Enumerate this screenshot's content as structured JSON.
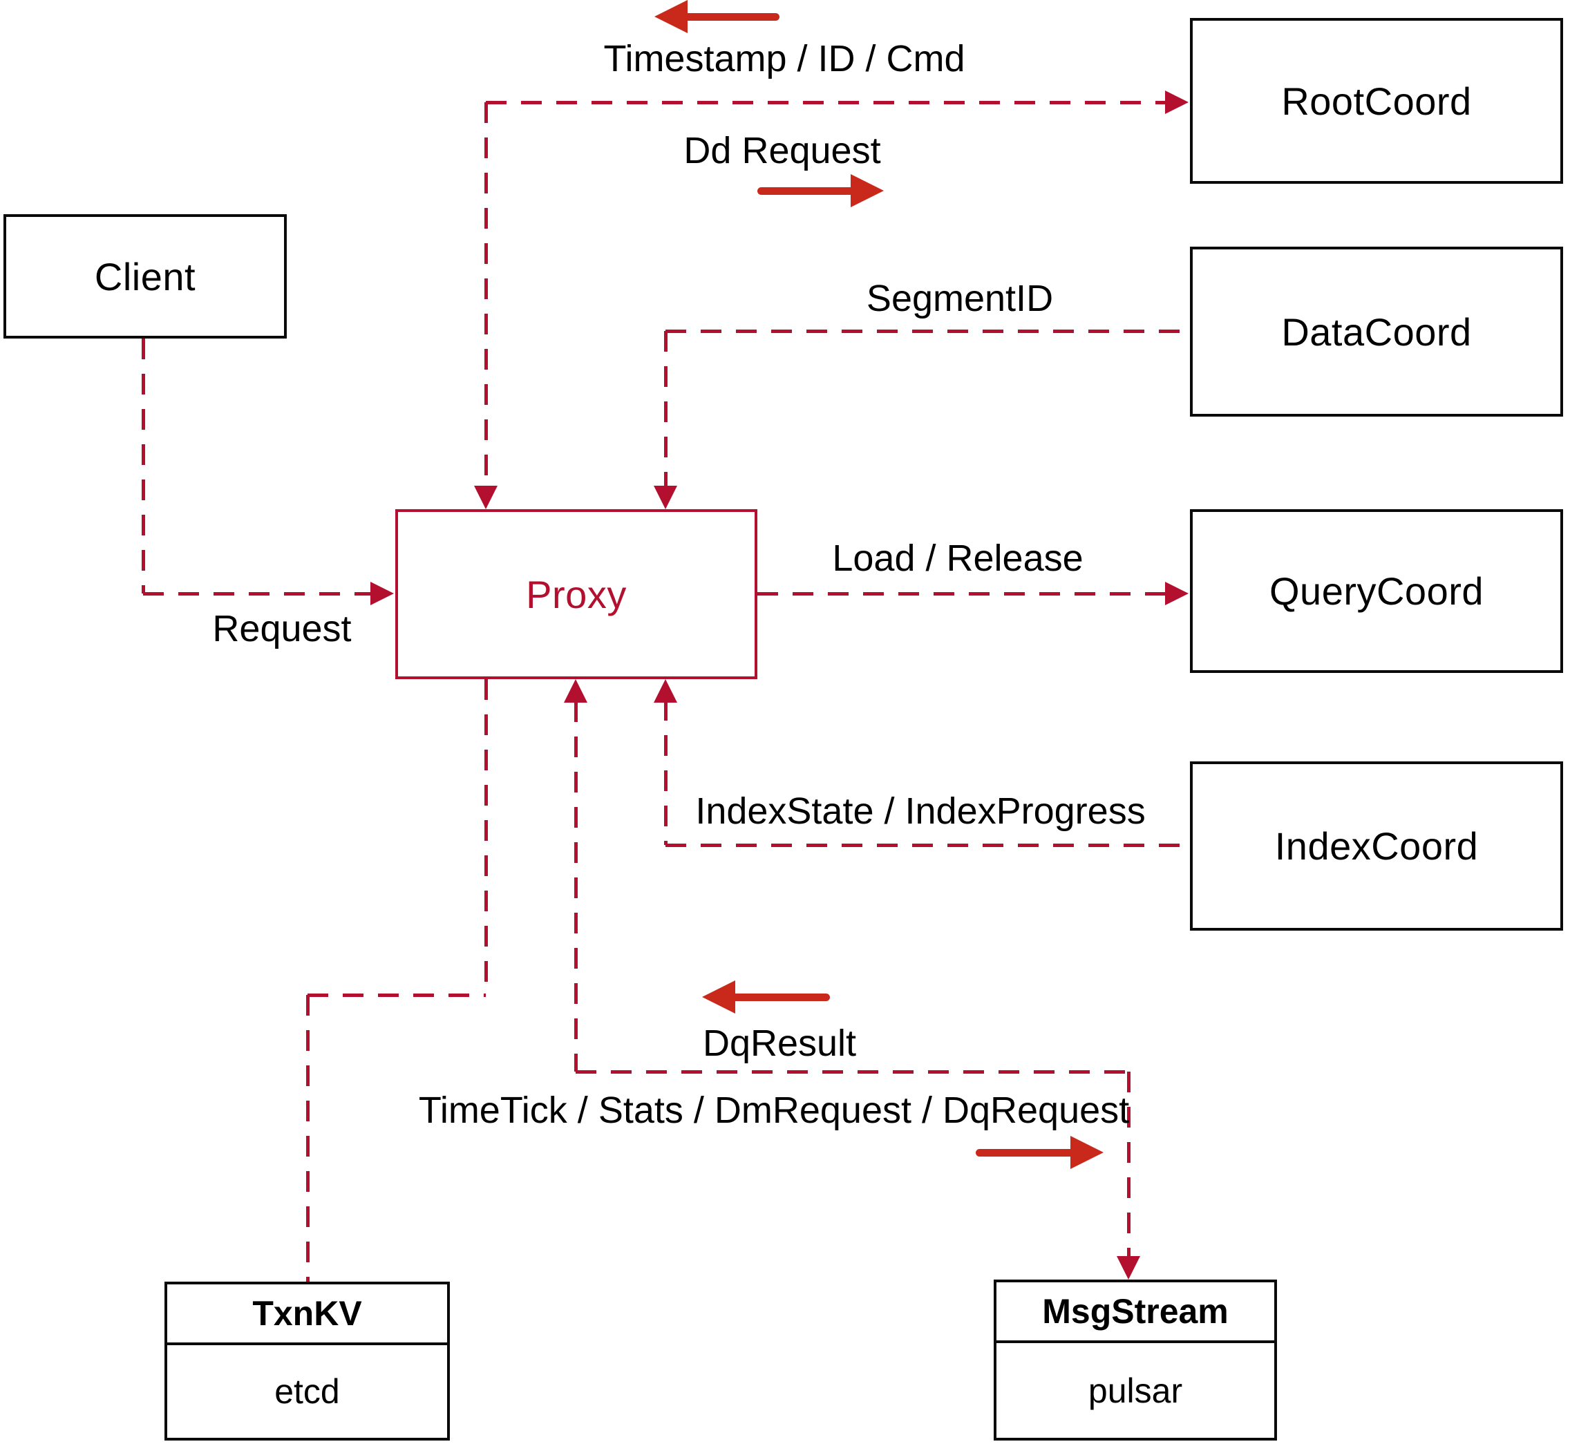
{
  "diagram": {
    "nodes": {
      "client": {
        "label": "Client"
      },
      "proxy": {
        "label": "Proxy"
      },
      "root_coord": {
        "label": "RootCoord"
      },
      "data_coord": {
        "label": "DataCoord"
      },
      "query_coord": {
        "label": "QueryCoord"
      },
      "index_coord": {
        "label": "IndexCoord"
      },
      "txn_kv": {
        "title": "TxnKV",
        "subtitle": "etcd"
      },
      "msg_stream": {
        "title": "MsgStream",
        "subtitle": "pulsar"
      }
    },
    "edge_labels": {
      "timestamp": "Timestamp / ID / Cmd",
      "dd_request": "Dd Request",
      "segment_id": "SegmentID",
      "load_release": "Load / Release",
      "index_state": "IndexState / IndexProgress",
      "request": "Request",
      "dq_result": "DqResult",
      "time_tick": "TimeTick / Stats / DmRequest / DqRequest"
    },
    "colors": {
      "line_red": "#b2102e",
      "arrow_red": "#c9291a",
      "box_border": "#0a0a0a",
      "text": "#000000",
      "background": "#ffffff"
    }
  }
}
